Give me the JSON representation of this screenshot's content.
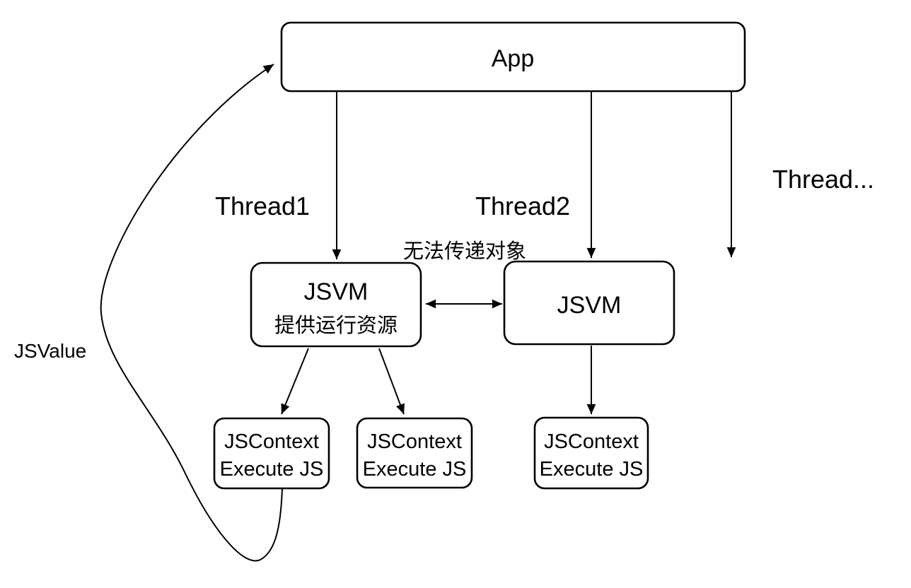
{
  "canvas": {
    "background": "#ffffff",
    "stroke_color": "#000000"
  },
  "nodes": {
    "app": {
      "label": "App"
    },
    "jsvm_left": {
      "title": "JSVM",
      "subtitle": "提供运行资源"
    },
    "jsvm_right": {
      "title": "JSVM"
    },
    "jscontext_boxes": [
      {
        "line1": "JSContext",
        "line2": "Execute JS"
      },
      {
        "line1": "JSContext",
        "line2": "Execute JS"
      },
      {
        "line1": "JSContext",
        "line2": "Execute JS"
      }
    ]
  },
  "labels": {
    "thread1": "Thread1",
    "thread2": "Thread2",
    "thread_more": "Thread...",
    "cannot_pass_object": "无法传递对象",
    "jsvalue": "JSValue"
  }
}
